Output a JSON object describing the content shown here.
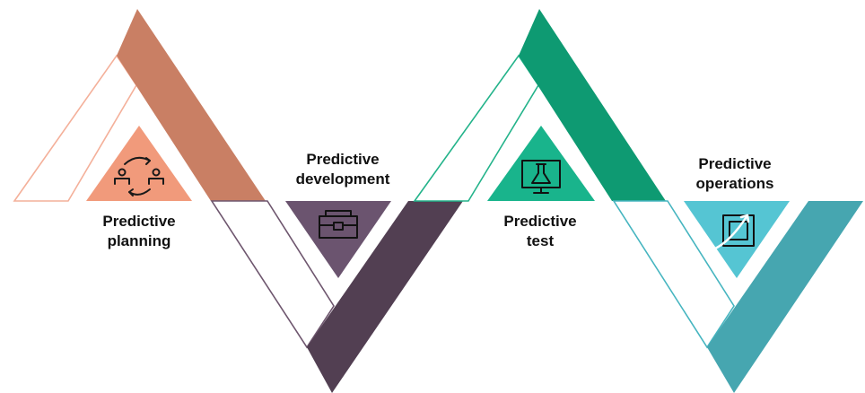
{
  "stages": [
    {
      "id": "planning",
      "line1": "Predictive",
      "line2": "planning",
      "icon": "people-exchange-icon",
      "color": "#f19a7b",
      "dark": "#c97f64"
    },
    {
      "id": "development",
      "line1": "Predictive",
      "line2": "development",
      "icon": "toolbox-icon",
      "color": "#6b546f",
      "dark": "#523f52"
    },
    {
      "id": "test",
      "line1": "Predictive",
      "line2": "test",
      "icon": "flask-monitor-icon",
      "color": "#19b48c",
      "dark": "#0e9a72"
    },
    {
      "id": "operations",
      "line1": "Predictive",
      "line2": "operations",
      "icon": "growth-chart-icon",
      "color": "#55c5d3",
      "dark": "#46a6b0"
    }
  ]
}
